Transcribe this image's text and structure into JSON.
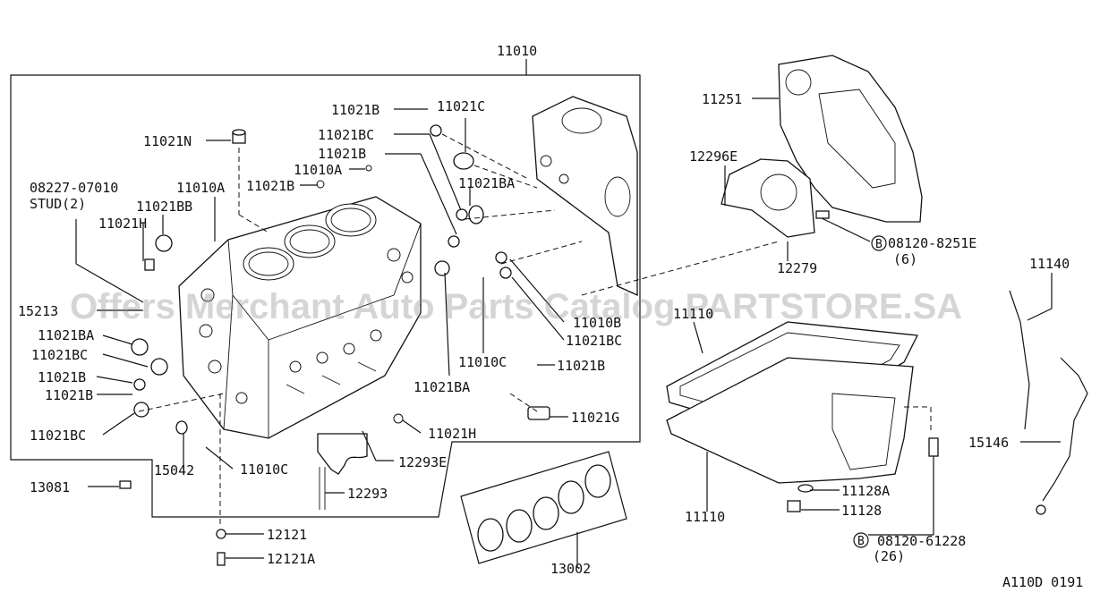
{
  "labels": {
    "l11010": "11010",
    "l11021B_top": "11021B",
    "l11021C": "11021C",
    "l11021BC_top": "11021BC",
    "l11021N": "11021N",
    "l11021B_mid": "11021B",
    "l11010A_top": "11010A",
    "l11021B_left": "11021B",
    "l08227": "08227-07010",
    "lstud": "STUD(2)",
    "l11010A_left": "11010A",
    "l11021BB": "11021BB",
    "l11021H_top": "11021H",
    "l11021BA_right": "11021BA",
    "l15213": "15213",
    "l11021BA_left": "11021BA",
    "l11021BC_left": "11021BC",
    "l11021B_l1": "11021B",
    "l11021B_l2": "11021B",
    "l11021BC_bot": "11021BC",
    "l11010B": "11010B",
    "l11021BC_r": "11021BC",
    "l11010C_r": "11010C",
    "l11021B_r": "11021B",
    "l11021BA_bot": "11021BA",
    "l11021G": "11021G",
    "l11021H_bot": "11021H",
    "l15042": "15042",
    "l11010C_bot": "11010C",
    "l12293E": "12293E",
    "l13081": "13081",
    "l12293": "12293",
    "l12121": "12121",
    "l12121A": "12121A",
    "l13002": "13002",
    "l11251": "11251",
    "l12296E": "12296E",
    "l12279": "12279",
    "l08120_8251E": "08120-8251E",
    "l6": "(6)",
    "l11140": "11140",
    "l11110_top": "11110",
    "l15146": "15146",
    "l11128A": "11128A",
    "l11128": "11128",
    "l11110_bot": "11110",
    "l08120_61228": "08120-61228",
    "l26": "(26)",
    "lB1": "B",
    "lB2": "B",
    "code": "A110D 0191"
  },
  "watermark": "Offers Merchant Auto Parts Catalog PARTSTORE.SA",
  "colors": {
    "ink": "#111111",
    "background": "#ffffff",
    "watermark": "#8a8a8a"
  }
}
